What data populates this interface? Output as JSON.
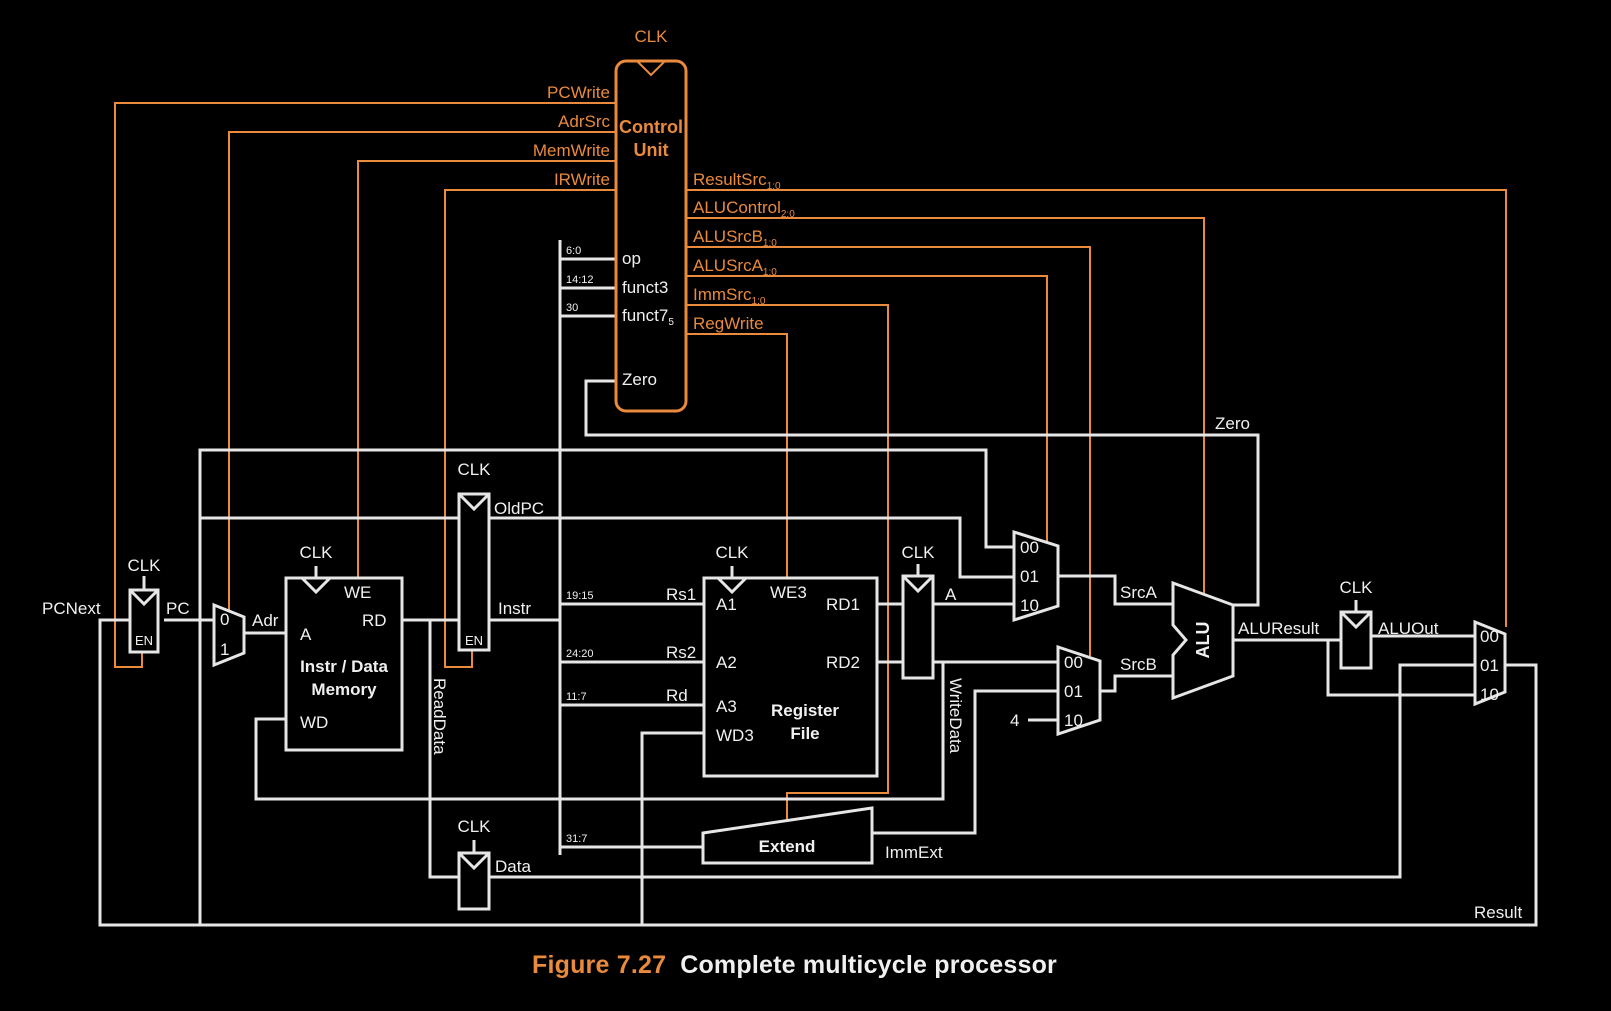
{
  "control": {
    "title_line1": "Control",
    "title_line2": "Unit",
    "clk": "CLK",
    "outputs_left": [
      "PCWrite",
      "AdrSrc",
      "MemWrite",
      "IRWrite"
    ],
    "outputs_right": [
      {
        "name": "ResultSrc",
        "sub": "1:0"
      },
      {
        "name": "ALUControl",
        "sub": "2:0"
      },
      {
        "name": "ALUSrcB",
        "sub": "1:0"
      },
      {
        "name": "ALUSrcA",
        "sub": "1:0"
      },
      {
        "name": "ImmSrc",
        "sub": "1:0"
      },
      {
        "name": "RegWrite",
        "sub": ""
      }
    ],
    "inputs": [
      "op",
      "funct3",
      "funct7",
      "Zero"
    ],
    "funct7_sub": "5"
  },
  "bit_fields": [
    "6:0",
    "14:12",
    "30",
    "19:15",
    "24:20",
    "11:7",
    "31:7"
  ],
  "pc_reg": {
    "clk": "CLK",
    "en": "EN",
    "in": "PCNext",
    "out": "PC"
  },
  "adr_mux": {
    "in0": "0",
    "in1": "1",
    "out": "Adr"
  },
  "memory": {
    "clk": "CLK",
    "we": "WE",
    "a": "A",
    "rd": "RD",
    "wd": "WD",
    "line1": "Instr / Data",
    "line2": "Memory",
    "out": "ReadData"
  },
  "instr_reg": {
    "clk": "CLK",
    "en": "EN",
    "oldpc": "OldPC",
    "instr": "Instr"
  },
  "data_reg": {
    "clk": "CLK",
    "label": "Data"
  },
  "regfile": {
    "clk": "CLK",
    "we3": "WE3",
    "a1": "A1",
    "a2": "A2",
    "a3": "A3",
    "wd3": "WD3",
    "rd1": "RD1",
    "rd2": "RD2",
    "line1": "Register",
    "line2": "File",
    "rs1": "Rs1",
    "rs2": "Rs2",
    "rd": "Rd"
  },
  "ab_reg": {
    "clk": "CLK",
    "a": "A",
    "writedata": "WriteData"
  },
  "srca_mux": {
    "in0": "00",
    "in1": "01",
    "in2": "10",
    "out": "SrcA"
  },
  "srcb_mux": {
    "in0": "00",
    "in1": "01",
    "in2": "10",
    "out": "SrcB",
    "const": "4"
  },
  "alu": {
    "label": "ALU",
    "out": "ALUResult",
    "zero": "Zero"
  },
  "aluout_reg": {
    "clk": "CLK",
    "label": "ALUOut"
  },
  "result_mux": {
    "in0": "00",
    "in1": "01",
    "in2": "10",
    "out": "Result"
  },
  "extend": {
    "label": "Extend",
    "out": "ImmExt"
  },
  "caption": {
    "number": "Figure 7.27",
    "title": "Complete multicycle processor"
  },
  "colors": {
    "control": "#e98a3c",
    "datapath": "#e6e6e6",
    "background": "#000000"
  }
}
